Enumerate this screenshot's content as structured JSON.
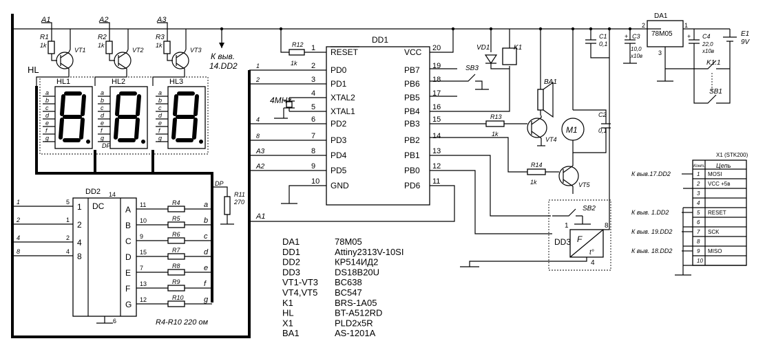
{
  "dd1": {
    "title": "DD1",
    "left_pins": [
      {
        "num": "1",
        "name": "RESET"
      },
      {
        "num": "2",
        "name": "PD0"
      },
      {
        "num": "3",
        "name": "PD1"
      },
      {
        "num": "4",
        "name": "XTAL2"
      },
      {
        "num": "5",
        "name": "XTAL1"
      },
      {
        "num": "6",
        "name": "PD2"
      },
      {
        "num": "7",
        "name": "PD3"
      },
      {
        "num": "8",
        "name": "PD4"
      },
      {
        "num": "9",
        "name": "PD5"
      },
      {
        "num": "10",
        "name": "GND"
      }
    ],
    "right_pins": [
      {
        "num": "20",
        "name": "VCC"
      },
      {
        "num": "19",
        "name": "PB7"
      },
      {
        "num": "18",
        "name": "PB6"
      },
      {
        "num": "17",
        "name": "PB5"
      },
      {
        "num": "16",
        "name": "PB4"
      },
      {
        "num": "15",
        "name": "PB3"
      },
      {
        "num": "14",
        "name": "PB2"
      },
      {
        "num": "13",
        "name": "PB1"
      },
      {
        "num": "12",
        "name": "PB0"
      },
      {
        "num": "11",
        "name": "PD6"
      }
    ]
  },
  "dd2": {
    "title": "DD2",
    "func": "DC",
    "pin_top": "14",
    "pin_bottom": "6",
    "in_pins": [
      {
        "num": "5",
        "name": "1"
      },
      {
        "num": "1",
        "name": "2"
      },
      {
        "num": "2",
        "name": "4"
      },
      {
        "num": "4",
        "name": "8"
      }
    ],
    "in_lines": [
      "1",
      "2",
      "4",
      "8"
    ],
    "out_pins": [
      {
        "num": "11",
        "name": "A",
        "res": "R4",
        "seg": "a"
      },
      {
        "num": "10",
        "name": "B",
        "res": "R5",
        "seg": "b"
      },
      {
        "num": "9",
        "name": "C",
        "res": "R6",
        "seg": "c"
      },
      {
        "num": "15",
        "name": "D",
        "res": "R7",
        "seg": "d"
      },
      {
        "num": "7",
        "name": "E",
        "res": "R8",
        "seg": "e"
      },
      {
        "num": "13",
        "name": "F",
        "res": "R9",
        "seg": "f"
      },
      {
        "num": "12",
        "name": "G",
        "res": "R10",
        "seg": "g"
      }
    ],
    "res_note": "R4-R10 220 ом"
  },
  "display": {
    "label": "HL",
    "digits": [
      "HL1",
      "HL2",
      "HL3"
    ],
    "segments": [
      "a",
      "b",
      "c",
      "d",
      "e",
      "f",
      "g"
    ],
    "dp": "DP",
    "anodes": [
      "A1",
      "A2",
      "A3"
    ],
    "res": [
      {
        "name": "R1",
        "val": "1k"
      },
      {
        "name": "R2",
        "val": "1k"
      },
      {
        "name": "R3",
        "val": "1k"
      }
    ],
    "trans": [
      "VT1",
      "VT2",
      "VT3"
    ]
  },
  "labels": {
    "to_pin14_line1": "К выв.",
    "to_pin14_line2": "14.DD2",
    "r12": "R12",
    "r12_val": "1k",
    "xtal": "4MHz",
    "pd_lines": [
      "1",
      "2",
      "4",
      "8",
      "A3",
      "A2",
      "A1"
    ],
    "r11": "R11",
    "r11_val": "270",
    "r11_dp": "DP",
    "vd1": "VD1",
    "k1": "K1",
    "ba1": "BA1",
    "sb3": "SB3",
    "sb2": "SB2",
    "sb1": "SB1",
    "r13": "R13",
    "r13_val": "1k",
    "vt4": "VT4",
    "r14": "R14",
    "r14_val": "1k",
    "vt5": "VT5",
    "m1": "M1",
    "c2": "C2",
    "c2_val": "0,1",
    "c1": "C1",
    "c1_val": "0,1",
    "c3": "C3",
    "c3_val1": "10,0",
    "c3_val2": "х10в",
    "da1": "DA1",
    "da1_chip": "78M05",
    "da1_p1": "1",
    "da1_p2": "2",
    "da1_p3": "3",
    "c4": "C4",
    "c4_val1": "22,0",
    "c4_val2": "х10в",
    "e1": "E1",
    "e1_val": "9V",
    "k11": "K1.1",
    "dd3": "DD3",
    "dd3_f": "F",
    "dd3_t": "t°",
    "dd3_p1": "1",
    "dd3_p8": "8",
    "dd3_p4": "4"
  },
  "x1": {
    "title": "X1 (STK200)",
    "head_kont": "Конт.",
    "head_chain": "Цепь",
    "rows": [
      {
        "num": "1",
        "chain": "MOSI",
        "ref": "К выв.17.DD2"
      },
      {
        "num": "2",
        "chain": "VCC +5в",
        "ref": ""
      },
      {
        "num": "3",
        "chain": "",
        "ref": ""
      },
      {
        "num": "4",
        "chain": "",
        "ref": ""
      },
      {
        "num": "5",
        "chain": "RESET",
        "ref": "К выв. 1.DD2"
      },
      {
        "num": "6",
        "chain": "",
        "ref": ""
      },
      {
        "num": "7",
        "chain": "SCK",
        "ref": "К выв. 19.DD2"
      },
      {
        "num": "8",
        "chain": "",
        "ref": ""
      },
      {
        "num": "9",
        "chain": "MISO",
        "ref": "К выв. 18.DD2"
      },
      {
        "num": "10",
        "chain": "",
        "ref": ""
      }
    ]
  },
  "bom": [
    {
      "ref": "DA1",
      "part": "78M05"
    },
    {
      "ref": "DD1",
      "part": "Attiny2313V-10SI"
    },
    {
      "ref": "DD2",
      "part": "КР514ИД2"
    },
    {
      "ref": "DD3",
      "part": "DS18B20U"
    },
    {
      "ref": "VT1-VT3",
      "part": "BC638"
    },
    {
      "ref": "VT4,VT5",
      "part": "BC547"
    },
    {
      "ref": "K1",
      "part": "BRS-1A05"
    },
    {
      "ref": "HL",
      "part": "BT-A512RD"
    },
    {
      "ref": "X1",
      "part": "PLD2x5R"
    },
    {
      "ref": "BA1",
      "part": "AS-1201A"
    }
  ]
}
